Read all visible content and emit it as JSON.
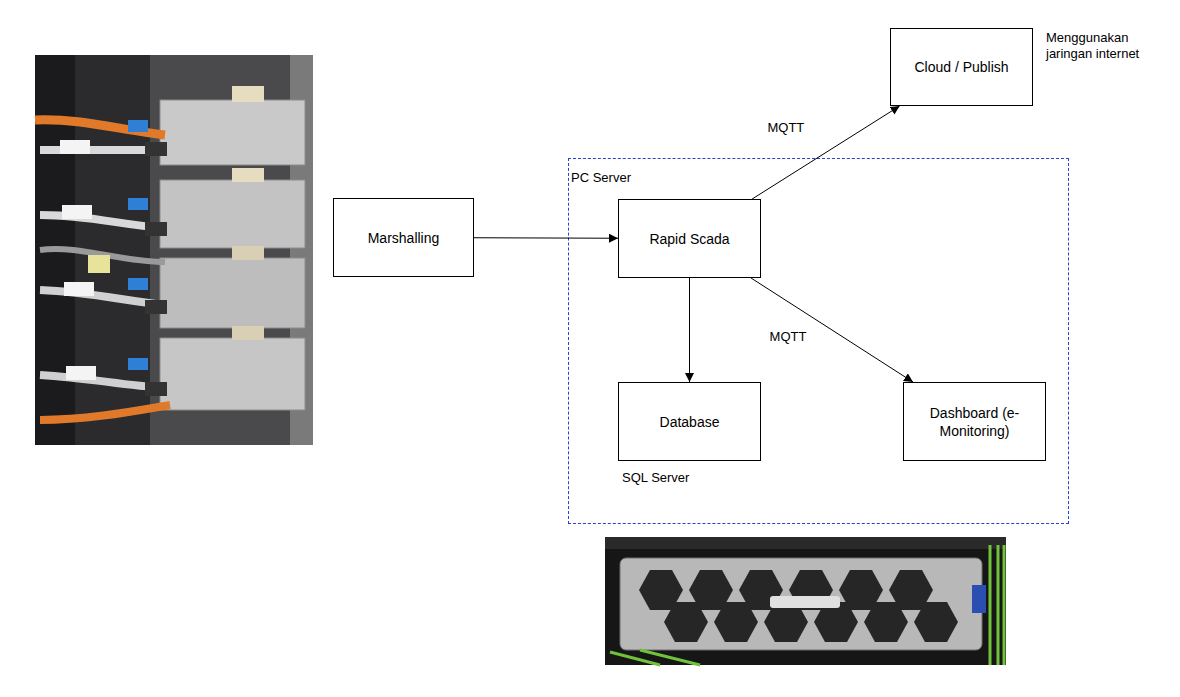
{
  "diagram": {
    "nodes": [
      {
        "text": [
          "Cloud / Publish"
        ]
      },
      {
        "text": [
          "Marshalling"
        ]
      },
      {
        "text": [
          "PC Server"
        ]
      },
      {
        "text": [
          "Rapid Scada"
        ],
        "in": 2
      },
      {
        "text": [
          "Database",
          "SQL Server"
        ],
        "in": 2
      },
      {
        "text": [
          "Dashboard (e-Monitoring)"
        ],
        "in": 2
      }
    ],
    "edges": [
      {
        "from": 1,
        "to": 3,
        "arrow": "to"
      },
      {
        "from": 3,
        "to": 0,
        "label": "MQTT",
        "arrow": "to"
      },
      {
        "from": 3,
        "to": 4,
        "arrow": "to"
      },
      {
        "from": 3,
        "to": 5,
        "label": "MQTT",
        "arrow": "to"
      }
    ],
    "labels": [
      "Menggunakan jaringan internet"
    ]
  }
}
